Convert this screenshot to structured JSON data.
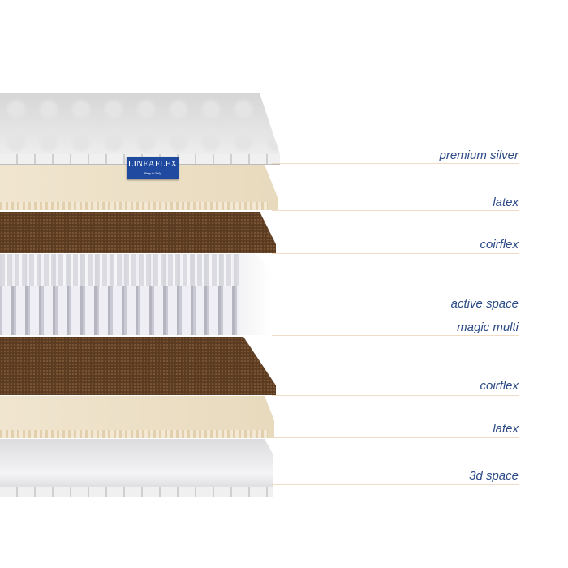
{
  "brand": {
    "logo_text": "LINEAFLEX",
    "logo_subtext": "Sleep in Italy",
    "logo_color": "#1f4aa0"
  },
  "layers": [
    {
      "label": "premium silver"
    },
    {
      "label": "latex"
    },
    {
      "label": "coirflex"
    },
    {
      "label": "active space"
    },
    {
      "label": "magic multi"
    },
    {
      "label": "coirflex"
    },
    {
      "label": "latex"
    },
    {
      "label": "3d space"
    }
  ],
  "colors": {
    "label": "#2b4a86",
    "leader_line": "#f0dcc6"
  }
}
